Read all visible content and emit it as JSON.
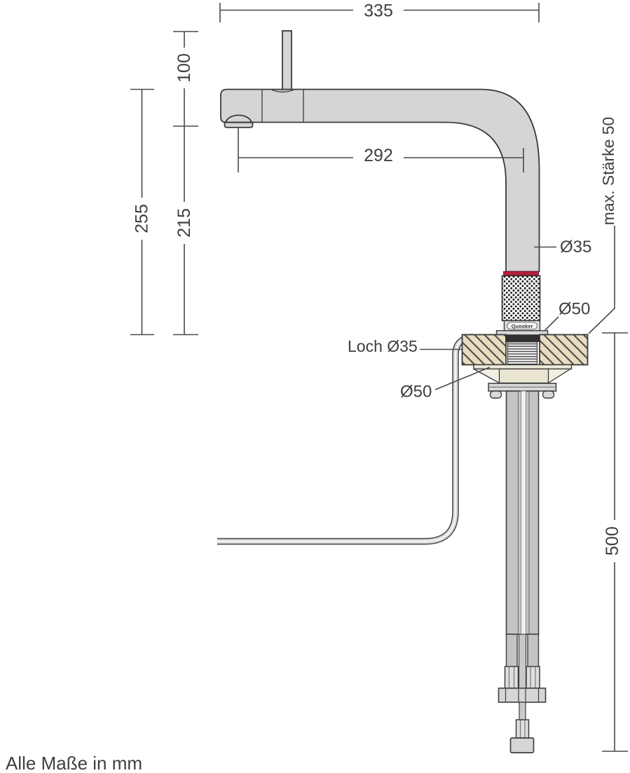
{
  "page": {
    "note": "Alle Maße in mm"
  },
  "brand": {
    "label": "Quooker"
  },
  "colors": {
    "outline": "#3a3a3a",
    "dimension_line": "#4a4a4a",
    "faucet_fill": "#d5d5d5",
    "red_band": "#b41f3a",
    "wood_fill": "#e9ddc1",
    "cream_fill": "#e9e5d2",
    "cone_fill": "#f2efe2",
    "hose_fill": "#c4c4c4",
    "fitting_fill": "#d6d6d6"
  },
  "dimensions": {
    "total_width": "335",
    "handle_height": "100",
    "total_height": "255",
    "spout_height": "215",
    "spout_reach": "292",
    "hose_length": "500"
  },
  "labels": {
    "tube_diameter": "Ø35",
    "collar_diameter": "Ø50",
    "max_counter_thickness": "max. Stärke 50",
    "hole": "Loch Ø35",
    "undermount_diameter": "Ø50"
  }
}
